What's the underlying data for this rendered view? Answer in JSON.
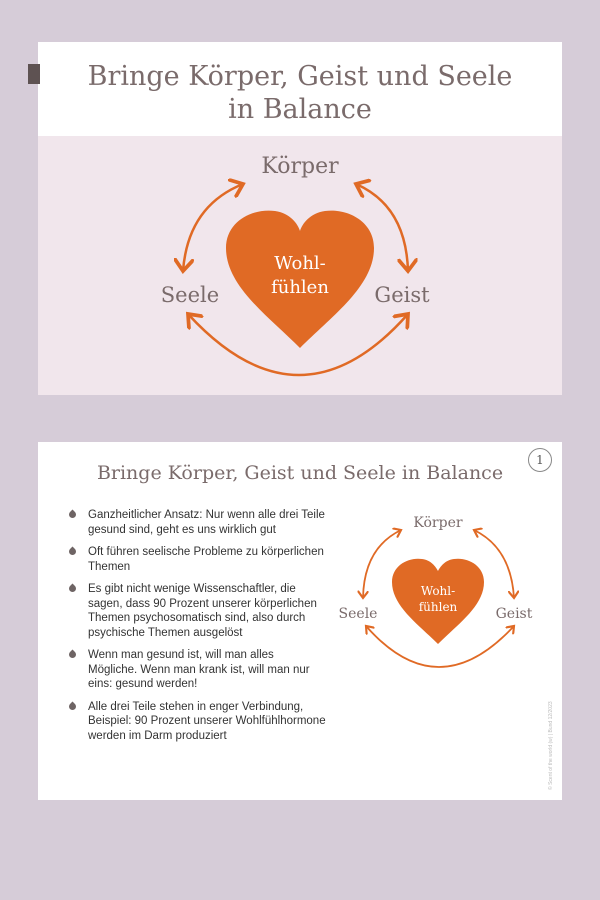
{
  "slide1": {
    "title_line1": "Bringe Körper, Geist und Seele",
    "title_line2": "in Balance",
    "labels": {
      "top": "Körper",
      "left": "Seele",
      "right": "Geist",
      "center_line1": "Wohl-",
      "center_line2": "fühlen"
    }
  },
  "slide2": {
    "title": "Bringe Körper, Geist und Seele in Balance",
    "page_number": "1",
    "bullets": [
      "Ganzheitlicher Ansatz: Nur wenn alle drei Teile gesund sind, geht es uns wirklich gut",
      "Oft führen seelische Probleme zu körperlichen Themen",
      "Es gibt nicht wenige Wissenschaftler, die sagen, dass 90 Prozent unserer körperlichen Themen psychosomatisch sind, also durch psychische Themen ausgelöst",
      "Wenn man gesund ist, will man alles Mögliche. Wenn man krank ist, will man nur eins: gesund werden!",
      "Alle drei Teile stehen in enger Verbindung, Beispiel: 90 Prozent unserer Wohlfühlhormone werden im Darm produziert"
    ],
    "labels": {
      "top": "Körper",
      "left": "Seele",
      "right": "Geist",
      "center_line1": "Wohl-",
      "center_line2": "fühlen"
    },
    "credit": "© Scent of the world (w) | Bund 12/2023"
  },
  "colors": {
    "accent": "#e06a25",
    "title": "#7a6b6b"
  }
}
